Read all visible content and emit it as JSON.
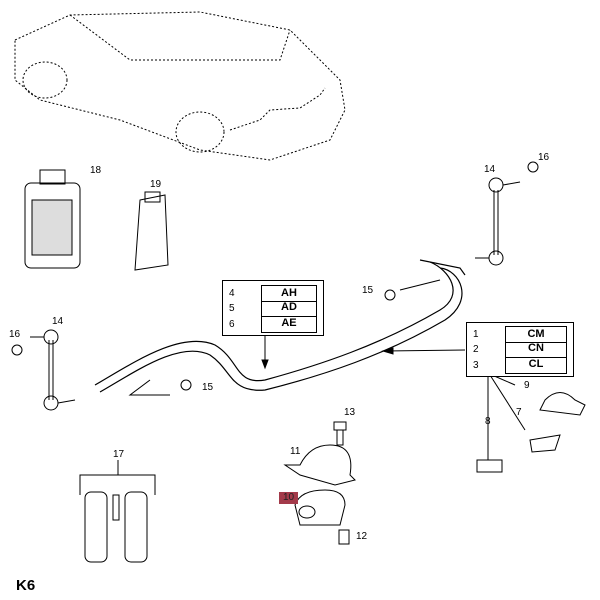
{
  "diagram": {
    "page_code": "K6",
    "callouts": {
      "p1": "1",
      "p2": "2",
      "p3": "3",
      "p4": "4",
      "p5": "5",
      "p6": "6",
      "p7": "7",
      "p8": "8",
      "p9": "9",
      "p10": "10",
      "p11": "11",
      "p12": "12",
      "p13": "13",
      "p14_right": "14",
      "p14_left": "14",
      "p15_top": "15",
      "p15_bottom": "15",
      "p16_right": "16",
      "p16_left": "16",
      "p17": "17",
      "p18": "18",
      "p19": "19"
    },
    "code_table_left": [
      {
        "num": "4",
        "code": "AH"
      },
      {
        "num": "5",
        "code": "AD"
      },
      {
        "num": "6",
        "code": "AE"
      }
    ],
    "code_table_right": [
      {
        "num": "1",
        "code": "CM"
      },
      {
        "num": "2",
        "code": "CN"
      },
      {
        "num": "3",
        "code": "CL"
      }
    ],
    "highlight_color": "#a33a4a"
  }
}
